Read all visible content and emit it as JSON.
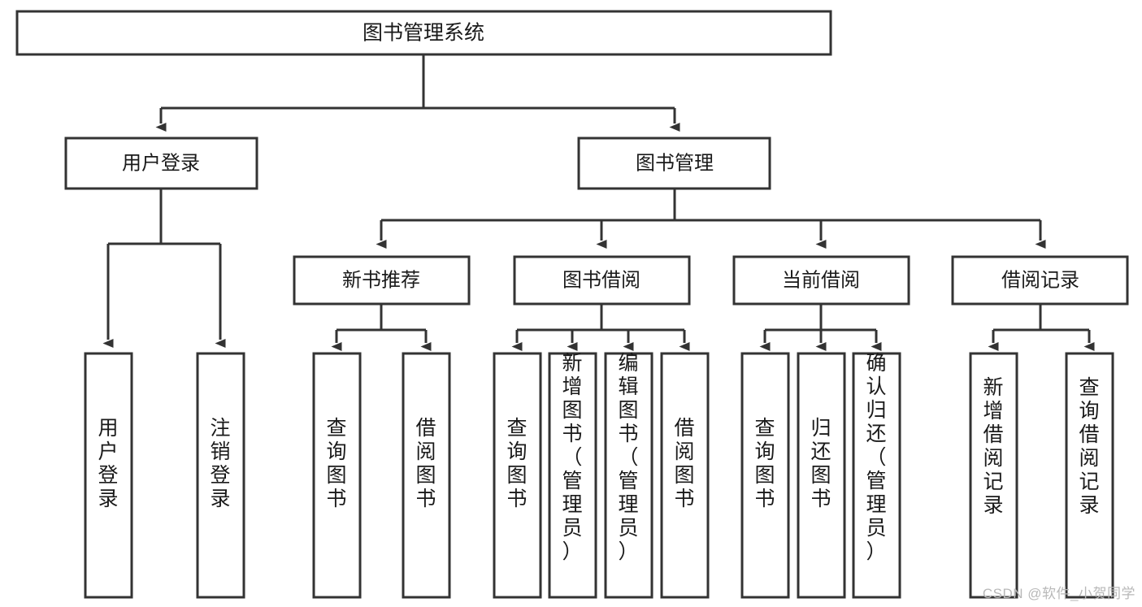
{
  "diagram": {
    "type": "tree-diagram",
    "title": "图书管理系统",
    "watermark": "CSDN @软件_小贺同学",
    "colors": {
      "box_stroke": "#333333",
      "box_fill": "#ffffff",
      "text": "#1a1a1a",
      "watermark": "#b8b8b8",
      "background": "#ffffff"
    },
    "levels": [
      {
        "level": 1,
        "nodes": [
          {
            "id": "root",
            "label": "图书管理系统",
            "orientation": "horizontal"
          }
        ]
      },
      {
        "level": 2,
        "nodes": [
          {
            "id": "user-login",
            "label": "用户登录",
            "orientation": "horizontal",
            "parent": "root"
          },
          {
            "id": "book-manage",
            "label": "图书管理",
            "orientation": "horizontal",
            "parent": "root"
          }
        ]
      },
      {
        "level": 3,
        "nodes": [
          {
            "id": "new-book-rec",
            "label": "新书推荐",
            "orientation": "horizontal",
            "parent": "book-manage"
          },
          {
            "id": "book-borrow",
            "label": "图书借阅",
            "orientation": "horizontal",
            "parent": "book-manage"
          },
          {
            "id": "current-borrow",
            "label": "当前借阅",
            "orientation": "horizontal",
            "parent": "book-manage"
          },
          {
            "id": "borrow-record",
            "label": "借阅记录",
            "orientation": "horizontal",
            "parent": "book-manage"
          }
        ]
      },
      {
        "level": 4,
        "nodes": [
          {
            "id": "leaf-user-login",
            "label": "用户登录",
            "orientation": "vertical",
            "parent": "user-login"
          },
          {
            "id": "leaf-logout",
            "label": "注销登录",
            "orientation": "vertical",
            "parent": "user-login"
          },
          {
            "id": "leaf-query-book-1",
            "label": "查询图书",
            "orientation": "vertical",
            "parent": "new-book-rec"
          },
          {
            "id": "leaf-borrow-book-1",
            "label": "借阅图书",
            "orientation": "vertical",
            "parent": "new-book-rec"
          },
          {
            "id": "leaf-query-book-2",
            "label": "查询图书",
            "orientation": "vertical",
            "parent": "book-borrow"
          },
          {
            "id": "leaf-add-book",
            "label": "新增图书（管理员）",
            "orientation": "vertical",
            "parent": "book-borrow"
          },
          {
            "id": "leaf-edit-book",
            "label": "编辑图书（管理员）",
            "orientation": "vertical",
            "parent": "book-borrow"
          },
          {
            "id": "leaf-borrow-book-2",
            "label": "借阅图书",
            "orientation": "vertical",
            "parent": "book-borrow"
          },
          {
            "id": "leaf-query-book-3",
            "label": "查询图书",
            "orientation": "vertical",
            "parent": "current-borrow"
          },
          {
            "id": "leaf-return-book",
            "label": "归还图书",
            "orientation": "vertical",
            "parent": "current-borrow"
          },
          {
            "id": "leaf-confirm-return",
            "label": "确认归还（管理员）",
            "orientation": "vertical",
            "parent": "current-borrow"
          },
          {
            "id": "leaf-add-record",
            "label": "新增借阅记录",
            "orientation": "vertical",
            "parent": "borrow-record"
          },
          {
            "id": "leaf-query-record",
            "label": "查询借阅记录",
            "orientation": "vertical",
            "parent": "borrow-record"
          }
        ]
      }
    ]
  }
}
